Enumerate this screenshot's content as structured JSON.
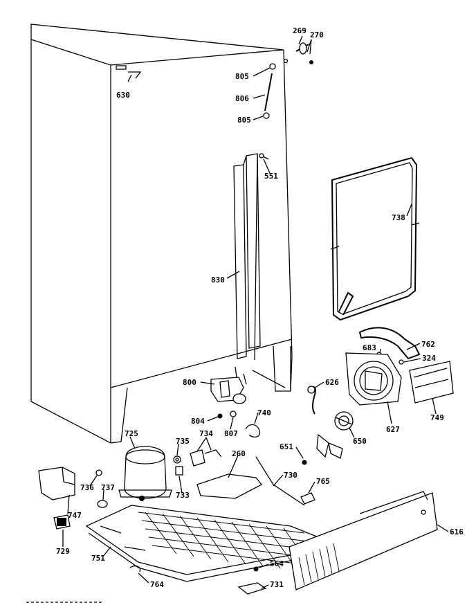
{
  "labels": {
    "p269": "269",
    "p270": "270",
    "p630": "630",
    "p805a": "805",
    "p806": "806",
    "p805b": "805",
    "p551": "551",
    "p738": "738",
    "p830": "830",
    "p762": "762",
    "p683": "683",
    "p324": "324",
    "p800": "800",
    "p626": "626",
    "p749": "749",
    "p804": "804",
    "p807": "807",
    "p740": "740",
    "p627": "627",
    "p650": "650",
    "p651": "651",
    "p725": "725",
    "p735": "735",
    "p734": "734",
    "p260": "260",
    "p730": "730",
    "p765": "765",
    "p736": "736",
    "p737": "737",
    "p733": "733",
    "p747": "747",
    "p729": "729",
    "p751": "751",
    "p616": "616",
    "p564": "564",
    "p764": "764",
    "p731": "731"
  }
}
